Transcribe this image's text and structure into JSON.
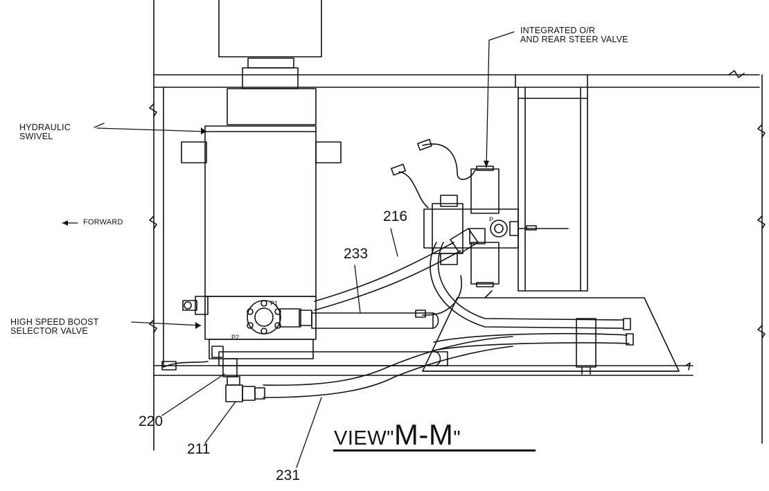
{
  "labels": {
    "integrated_valve_line1": "INTEGRATED O/R",
    "integrated_valve_line2": "AND REAR STEER VALVE",
    "swivel_line1": "HYDRAULIC",
    "swivel_line2": "SWIVEL",
    "forward": "FORWARD",
    "boost_line1": "HIGH SPEED BOOST",
    "boost_line2": "SELECTOR VALVE"
  },
  "part_numbers": {
    "p216": "216",
    "p233": "233",
    "p220": "220",
    "p211": "211",
    "p231": "231"
  },
  "port_marks": {
    "p1": "P1",
    "p2": "P2",
    "p": "P"
  },
  "view_title": {
    "prefix": "VIEW\"",
    "letters": "M-M",
    "suffix": "\""
  },
  "colors": {
    "ink": "#111111",
    "paper": "#ffffff"
  }
}
